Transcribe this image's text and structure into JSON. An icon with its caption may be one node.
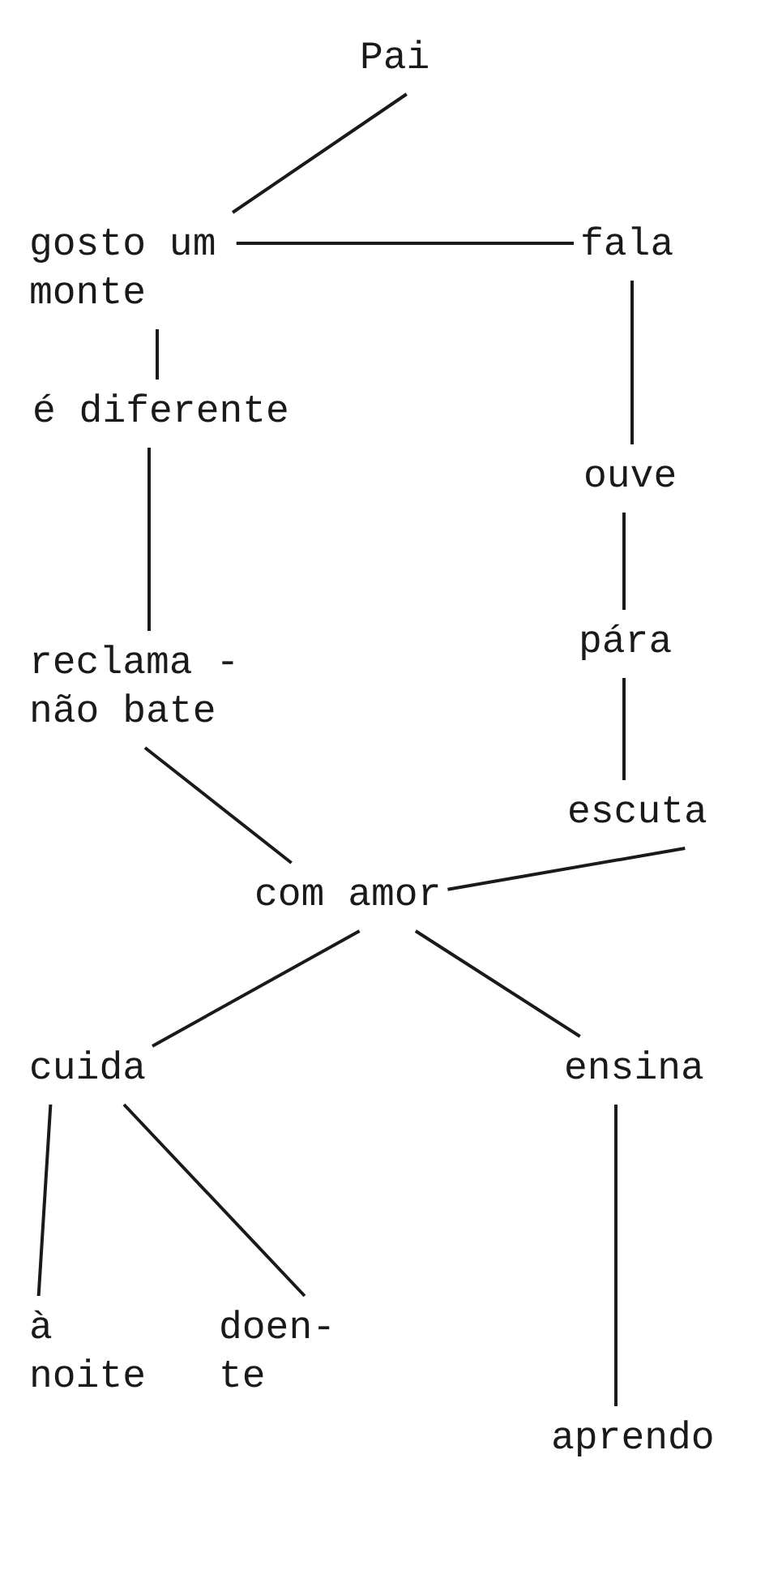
{
  "diagram": {
    "nodes": [
      {
        "text": [
          "Pai"
        ]
      },
      {
        "text": [
          "gosto um monte"
        ]
      },
      {
        "text": [
          "fala"
        ]
      },
      {
        "text": [
          "é diferente"
        ]
      },
      {
        "text": [
          "ouve"
        ]
      },
      {
        "text": [
          "reclama - não bate"
        ]
      },
      {
        "text": [
          "pára"
        ]
      },
      {
        "text": [
          "escuta"
        ]
      },
      {
        "text": [
          "com amor"
        ]
      },
      {
        "text": [
          "cuida"
        ]
      },
      {
        "text": [
          "ensina"
        ]
      },
      {
        "text": [
          "à noite"
        ]
      },
      {
        "text": [
          "doen- te"
        ]
      },
      {
        "text": [
          "aprendo"
        ]
      }
    ],
    "edges": [
      {
        "from": 0,
        "to": 1,
        "arrow": "none"
      },
      {
        "from": 1,
        "to": 2,
        "arrow": "none"
      },
      {
        "from": 1,
        "to": 3,
        "arrow": "none"
      },
      {
        "from": 3,
        "to": 5,
        "arrow": "none"
      },
      {
        "from": 2,
        "to": 4,
        "arrow": "none"
      },
      {
        "from": 4,
        "to": 6,
        "arrow": "none"
      },
      {
        "from": 6,
        "to": 7,
        "arrow": "none"
      },
      {
        "from": 5,
        "to": 8,
        "arrow": "none"
      },
      {
        "from": 7,
        "to": 8,
        "arrow": "none"
      },
      {
        "from": 8,
        "to": 9,
        "arrow": "none"
      },
      {
        "from": 8,
        "to": 10,
        "arrow": "none"
      },
      {
        "from": 9,
        "to": 11,
        "arrow": "none"
      },
      {
        "from": 9,
        "to": 12,
        "arrow": "none"
      },
      {
        "from": 10,
        "to": 13,
        "arrow": "none"
      }
    ]
  }
}
